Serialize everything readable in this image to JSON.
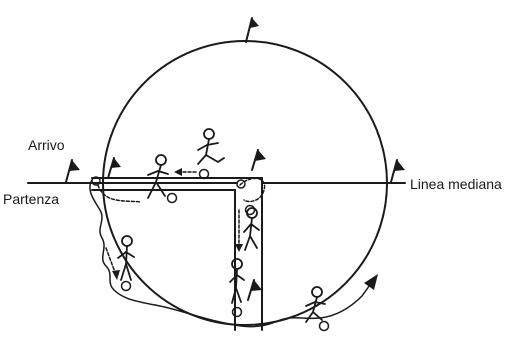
{
  "labels": {
    "arrivo": "Arrivo",
    "partenza": "Partenza",
    "linea_mediana": "Linea mediana"
  },
  "flags": [
    {
      "name": "flag-top"
    },
    {
      "name": "flag-left-outside"
    },
    {
      "name": "flag-left-circle"
    },
    {
      "name": "flag-center"
    },
    {
      "name": "flag-right"
    },
    {
      "name": "flag-bottom"
    }
  ],
  "colors": {
    "ink": "#1a1a1a",
    "paper": "#ffffff"
  }
}
